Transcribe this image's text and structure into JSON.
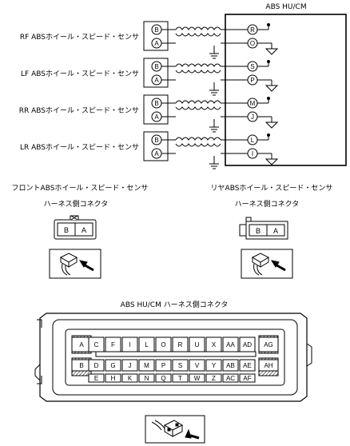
{
  "module_title": "ABS HU/CM",
  "sensors": [
    {
      "label": "RF ABSホイール・スピード・センサ",
      "pin_b": "R",
      "pin_a": "O"
    },
    {
      "label": "LF ABSホイール・スピード・センサ",
      "pin_b": "S",
      "pin_a": "P"
    },
    {
      "label": "RR ABSホイール・スピード・センサ",
      "pin_b": "M",
      "pin_a": "J"
    },
    {
      "label": "LR ABSホイール・スピード・センサ",
      "pin_b": "L",
      "pin_a": "I"
    }
  ],
  "sensor_connector_pins": {
    "b": "B",
    "a": "A"
  },
  "front_connector": {
    "title": "フロントABSホイール・スピード・センサ",
    "subtitle": "ハーネス側コネクタ",
    "pins": [
      "B",
      "A"
    ]
  },
  "rear_connector": {
    "title": "リヤABSホイール・スピード・センサ",
    "subtitle": "ハーネス側コネクタ",
    "pins": [
      "B",
      "A"
    ]
  },
  "hu_connector": {
    "title": "ABS HU/CM ハーネス側コネクタ",
    "row1": [
      "A",
      "C",
      "F",
      "I",
      "L",
      "O",
      "R",
      "U",
      "X",
      "AA",
      "AD",
      "AG"
    ],
    "row2": [
      "B",
      "D",
      "G",
      "J",
      "M",
      "P",
      "S",
      "V",
      "Y",
      "AB",
      "AE",
      "AH"
    ],
    "row3": [
      "E",
      "H",
      "K",
      "N",
      "Q",
      "T",
      "W",
      "Z",
      "AC",
      "AF"
    ]
  },
  "icons": [
    "ground-symbol",
    "shield-ground",
    "connector-view-arrow"
  ]
}
